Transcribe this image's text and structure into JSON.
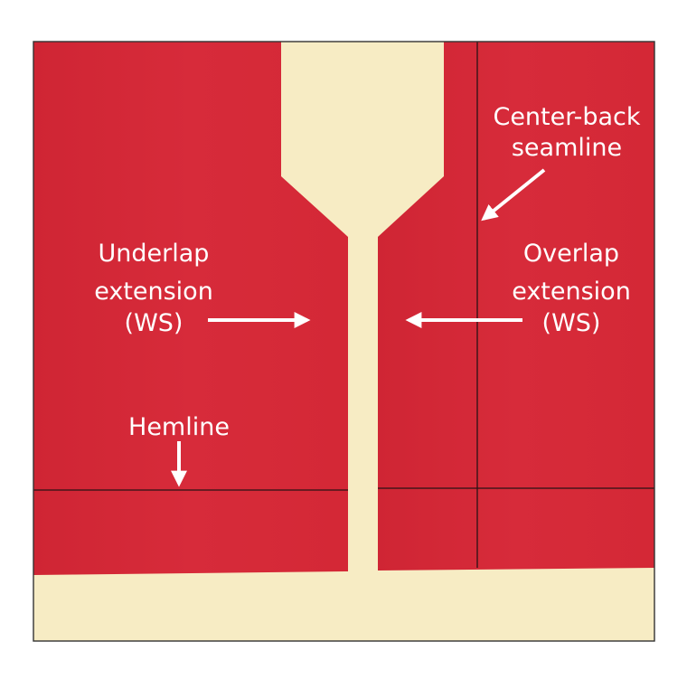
{
  "photo": {
    "fabric_color": "#d42a37",
    "backing_color": "#f7ecc4",
    "frame_color": "#333333"
  },
  "labels": {
    "center_back": {
      "line1": "Center-back",
      "line2": "seamline"
    },
    "underlap": {
      "line1": "Underlap",
      "line2": "extension",
      "line3": "(WS)"
    },
    "overlap": {
      "line1": "Overlap",
      "line2": "extension",
      "line3": "(WS)"
    },
    "hemline": {
      "line1": "Hemline"
    }
  }
}
